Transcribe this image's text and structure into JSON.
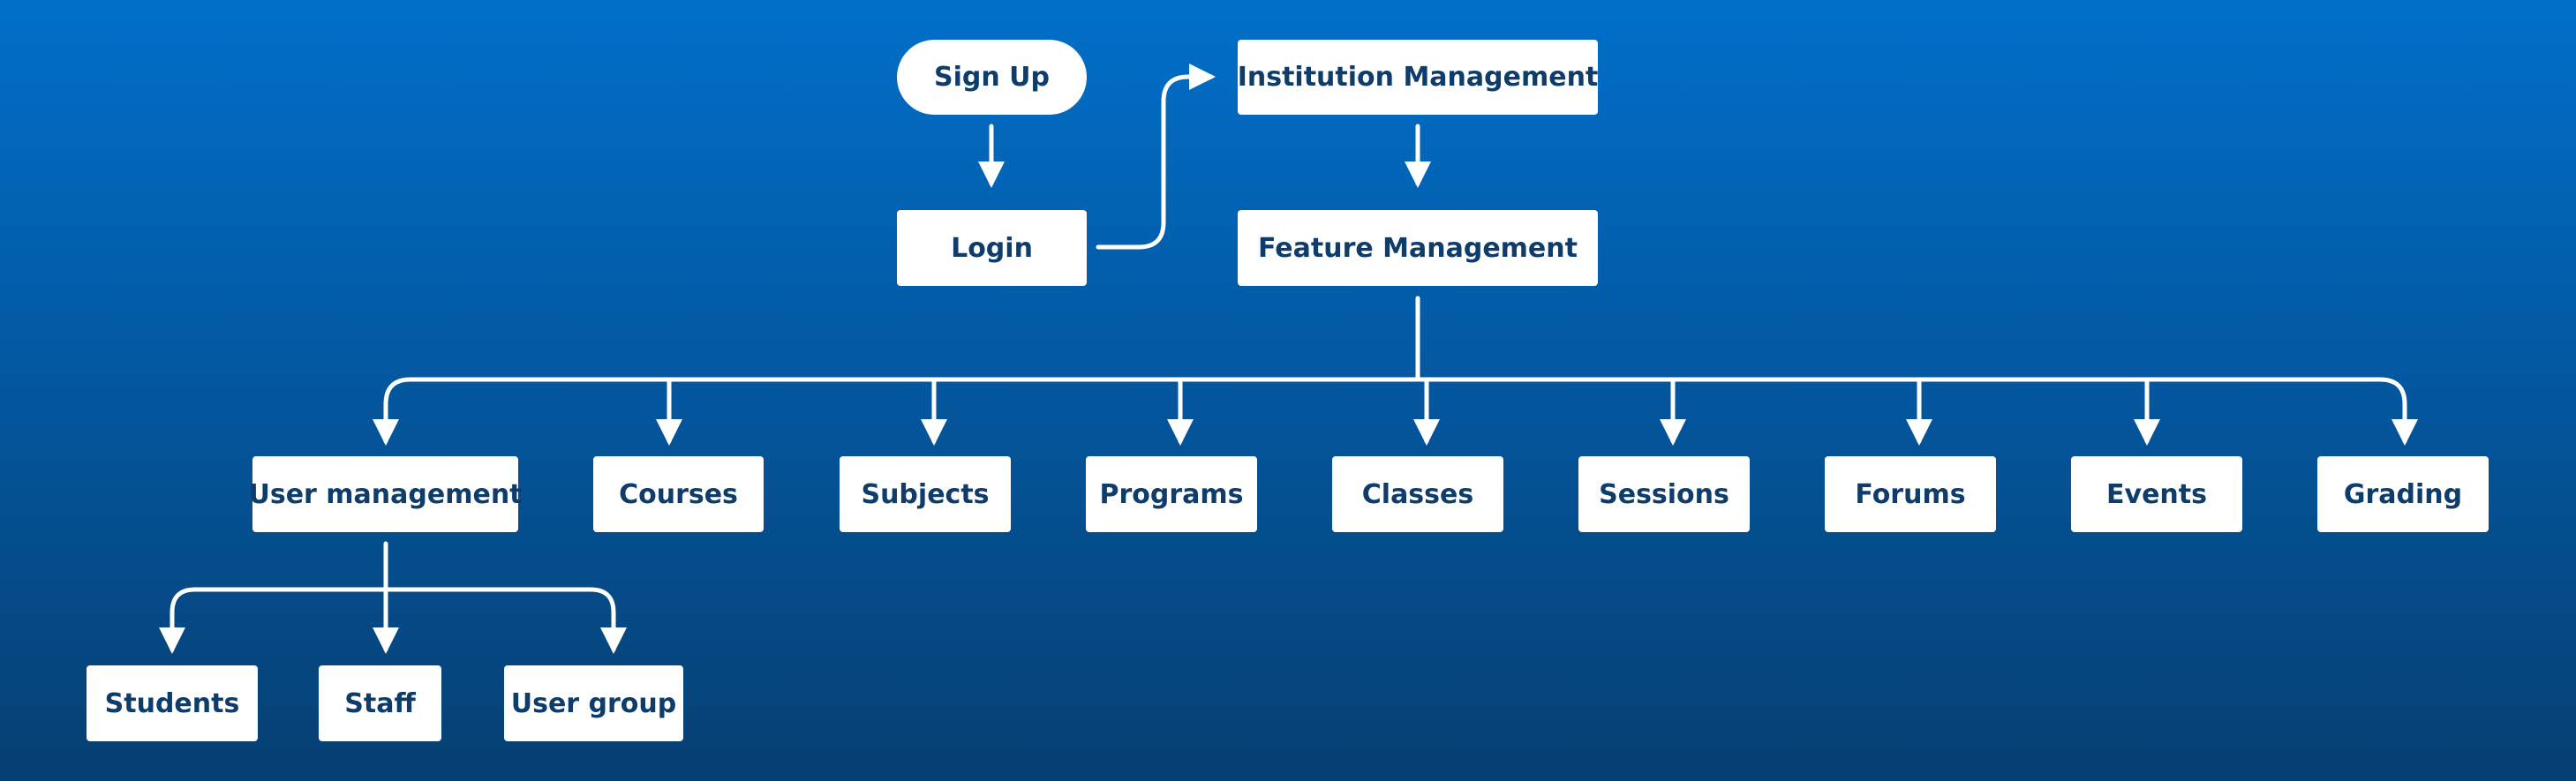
{
  "diagram": {
    "background": {
      "top": "#016fc9",
      "bottom": "#063f72"
    },
    "line_color": "#ffffff",
    "nodes": {
      "signup": "Sign Up",
      "login": "Login",
      "institution": "Institution Management",
      "feature": "Feature Management",
      "user_mgmt": "User management",
      "courses": "Courses",
      "subjects": "Subjects",
      "programs": "Programs",
      "classes": "Classes",
      "sessions": "Sessions",
      "forums": "Forums",
      "events": "Events",
      "grading": "Grading",
      "students": "Students",
      "staff": "Staff",
      "user_group": "User group"
    }
  }
}
